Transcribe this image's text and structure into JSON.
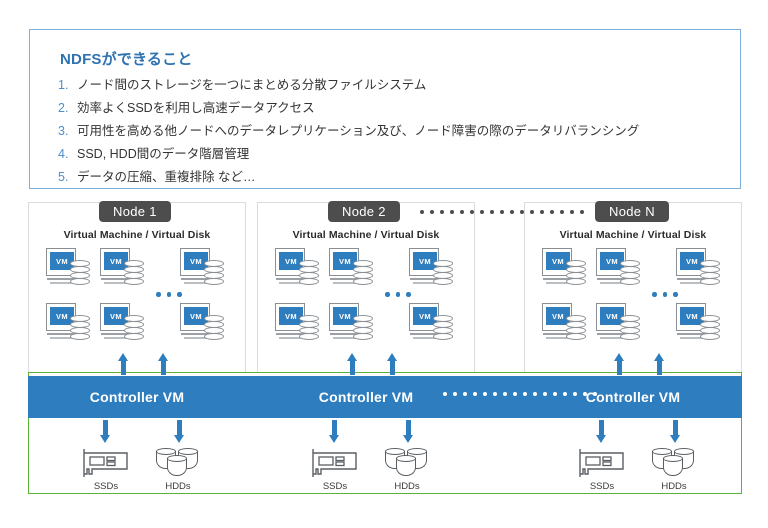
{
  "info_card": {
    "title": "NDFSができること",
    "items": [
      {
        "num": "1.",
        "text": "ノード間のストレージを一つにまとめる分散ファイルシステム"
      },
      {
        "num": "2.",
        "text": "効率よくSSDを利用し高速データアクセス"
      },
      {
        "num": "3.",
        "text": "可用性を高める他ノードへのデータレプリケーション及び、ノード障害の際のデータリバランシング"
      },
      {
        "num": "4.",
        "text": "SSD, HDD間のデータ階層管理"
      },
      {
        "num": "5.",
        "text": "データの圧縮、重複排除 など…"
      }
    ]
  },
  "diagram": {
    "nodes": [
      {
        "badge": "Node 1",
        "vm_heading": "Virtual Machine / Virtual Disk",
        "vm_label": "VM",
        "controller_label": "Controller VM",
        "ssd_label": "SSDs",
        "hdd_label": "HDDs"
      },
      {
        "badge": "Node 2",
        "vm_heading": "Virtual Machine / Virtual Disk",
        "vm_label": "VM",
        "controller_label": "Controller VM",
        "ssd_label": "SSDs",
        "hdd_label": "HDDs"
      },
      {
        "badge": "Node N",
        "vm_heading": "Virtual Machine / Virtual Disk",
        "vm_label": "VM",
        "controller_label": "Controller VM",
        "ssd_label": "SSDs",
        "hdd_label": "HDDs"
      }
    ],
    "header_separator_dots": 17,
    "controller_separator_dots": 16,
    "vm_ellipsis_dots": 3
  },
  "colors": {
    "accent_blue": "#2e7dbf",
    "title_blue": "#2e72b0",
    "card_border_blue": "#7fb0da",
    "node_badge_gray": "#4d4d4d",
    "green_border": "#5bb336",
    "icon_gray": "#8a8f94"
  }
}
